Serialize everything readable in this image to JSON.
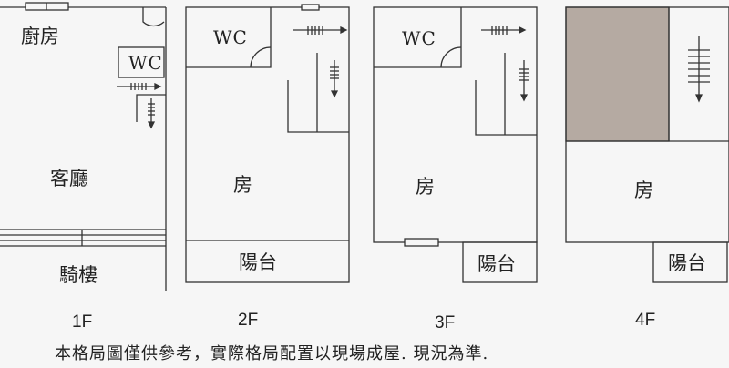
{
  "plans": {
    "f1": {
      "kitchen": "廚房",
      "wc": "WC",
      "living": "客廳",
      "arcade": "騎樓",
      "floor": "1F"
    },
    "f2": {
      "wc": "WC",
      "room": "房",
      "balcony": "陽台",
      "floor": "2F"
    },
    "f3": {
      "wc": "WC",
      "room": "房",
      "balcony": "陽台",
      "floor": "3F"
    },
    "f4": {
      "room": "房",
      "balcony": "陽台",
      "floor": "4F"
    }
  },
  "colors": {
    "wall": "#333333",
    "shaded_area": "#b5aaa2",
    "background": "#f6f6f6"
  },
  "icons": [
    "stair-arrow-icon",
    "door-swing-icon",
    "window-icon"
  ],
  "note": "本格局圖僅供參考，實際格局配置以現場成屋. 現況為準."
}
